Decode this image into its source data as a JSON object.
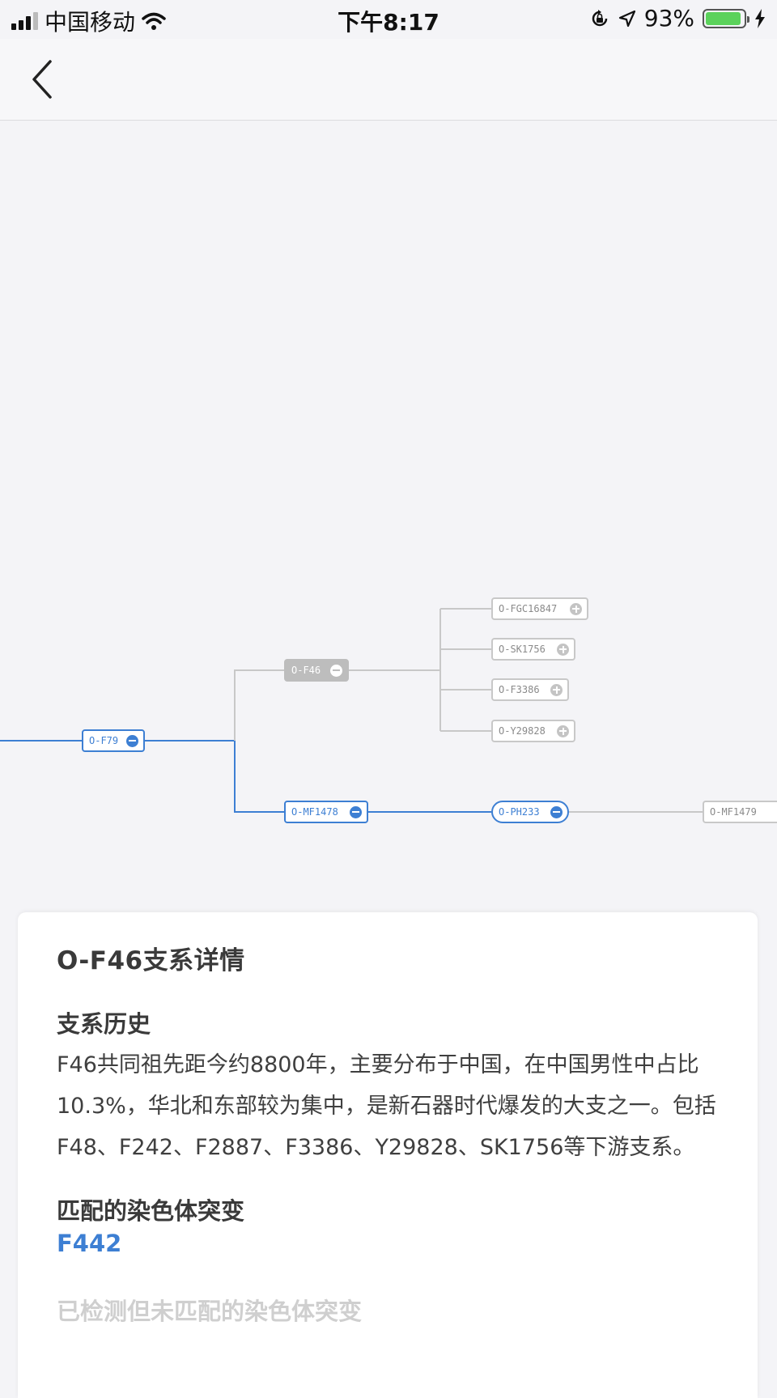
{
  "status_bar": {
    "carrier": "中国移动",
    "time": "下午8:17",
    "battery_percent": "93%",
    "battery_level": 0.93,
    "icons": [
      "signal-icon",
      "wifi-icon",
      "rotation-lock-icon",
      "location-icon",
      "battery-icon",
      "charging-icon"
    ]
  },
  "nav": {
    "back_icon": "chevron-left-icon"
  },
  "tree": {
    "colors": {
      "active": "#3d7fd3",
      "inactive": "#c8c8c8",
      "selected": "#bdbdbd"
    },
    "nodes": {
      "f79": "O-F79",
      "f46": "O-F46",
      "fgc16847": "O-FGC16847",
      "sk1756": "O-SK1756",
      "f3386": "O-F3386",
      "y29828": "O-Y29828",
      "mf1478": "O-MF1478",
      "ph233": "O-PH233",
      "mf1479": "O-MF1479"
    }
  },
  "detail": {
    "title": "O-F46支系详情",
    "history_heading": "支系历史",
    "history_text": "F46共同祖先距今约8800年，主要分布于中国，在中国男性中占比10.3%，华北和东部较为集中，是新石器时代爆发的大支之一。包括F48、F242、F2887、F3386、Y29828、SK1756等下游支系。",
    "matched_heading": "匹配的染色体突变",
    "matched_mutation": "F442",
    "unmatched_heading": "已检测但未匹配的染色体突变"
  }
}
